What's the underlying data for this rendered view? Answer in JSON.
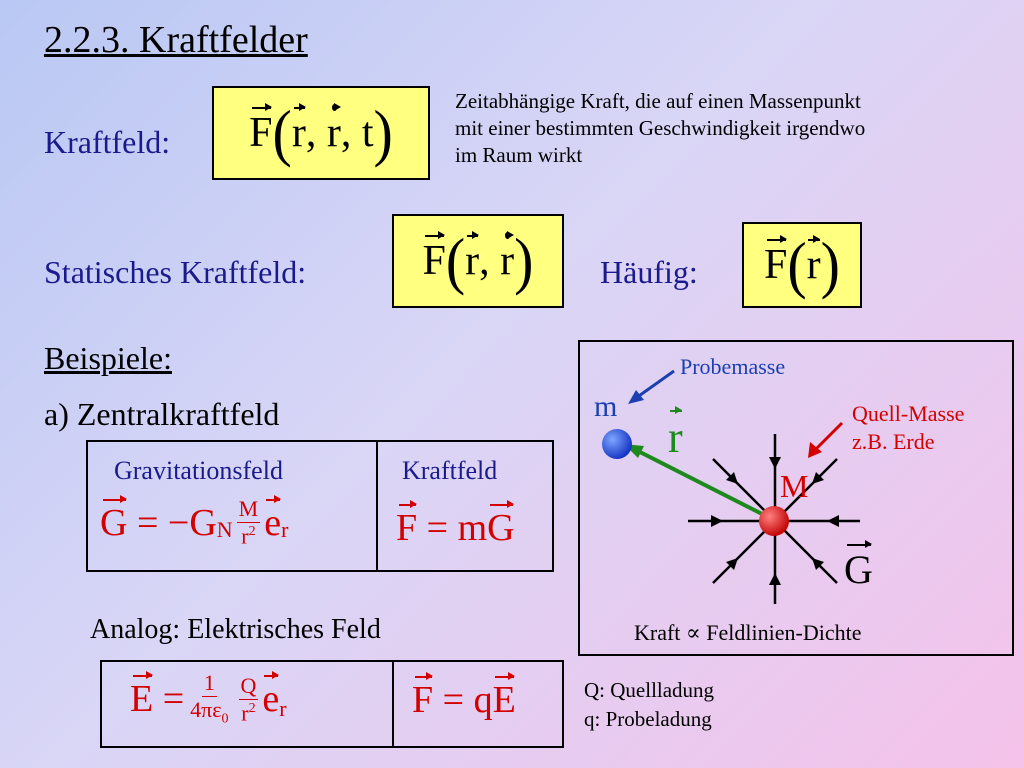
{
  "title": "2.2.3. Kraftfelder",
  "kraftfeld_label": "Kraftfeld:",
  "kraftfeld_desc": [
    "Zeitabhängige Kraft, die auf einen Massenpunkt",
    "mit einer bestimmten Geschwindigkeit irgendwo",
    "im Raum wirkt"
  ],
  "formula_kraftfeld": {
    "F": "F",
    "r": "r",
    "rdot": "r",
    "t": "t"
  },
  "statisch_label": "Statisches Kraftfeld:",
  "haeufig_label": "Häufig:",
  "beispiele": "Beispiele:",
  "zentral": "a) Zentralkraftfeld",
  "table1": {
    "col1_header": "Gravitationsfeld",
    "col2_header": "Kraftfeld",
    "g_formula": {
      "G": "G",
      "eq": "=",
      "minus": "−",
      "GN": "G",
      "N": "N",
      "M": "M",
      "r": "r",
      "sq": "2",
      "e": "e",
      "sub_r": "r"
    },
    "f_formula": {
      "F": "F",
      "eq": "=",
      "m": "m",
      "G": "G"
    }
  },
  "analog": "Analog: Elektrisches Feld",
  "table2": {
    "e_formula": {
      "E": "E",
      "eq": "=",
      "one": "1",
      "pi_eps": "4πε",
      "zero": "0",
      "Q": "Q",
      "r": "r",
      "sq": "2",
      "e": "e",
      "sub_r": "r"
    },
    "f_formula": {
      "F": "F",
      "eq": "=",
      "q": "q",
      "E": "E"
    }
  },
  "q_notes": [
    "Q: Quellladung",
    "q: Probeladung"
  ],
  "diagram": {
    "probemasse": "Probemasse",
    "m": "m",
    "r": "r",
    "quell_masse": "Quell-Masse",
    "erde": "z.B. Erde",
    "M": "M",
    "G": "G",
    "caption": "Kraft ∝ Feldlinien-Dichte"
  },
  "colors": {
    "box": "#ffff80",
    "label_blue": "#1a1a8c",
    "formula_red": "#d40000",
    "arrow_green": "#1e8a1e",
    "arrow_blue": "#1a3fb0"
  }
}
